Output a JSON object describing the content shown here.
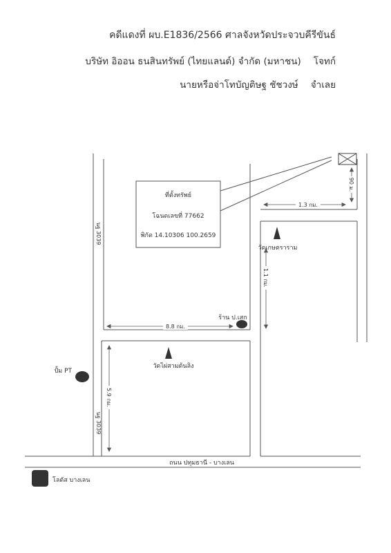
{
  "header": {
    "case_line": "คดีแดงที่ ผบ.E1836/2566 ศาลจังหวัดประจวบคีรีขันธ์",
    "plaintiff_name": "บริษัท อิออน ธนสินทรัพย์ (ไทยแลนด์) จำกัด (มหาชน)",
    "plaintiff_role": "โจทก์",
    "defendant_name": "นายหรือจ่าโทบัญติษฐ ชัชวงษ์",
    "defendant_role": "จำเลย"
  },
  "map": {
    "property_box": {
      "title": "ที่ตั้งทรัพย์",
      "deed": "โฉนดเลขที่ 77662",
      "coords": "พิกัด 14.10306 100.2659"
    },
    "road_label_top": "นฐ 3039",
    "road_label_bottom": "นฐ 3039",
    "main_road": "ถนน ปทุมธานี - บางเลน",
    "legend_text": "โลตัส บางเลน",
    "landmarks": {
      "shop": "ร้าน ป.เสก",
      "temple_kaset": "วัดเกษตราราม",
      "temple_mai": "วัดไผ่สามต้นลิง",
      "gas_station": "ปั้ม PT"
    },
    "distances": {
      "d_1_3": "1.3 กม.",
      "d_1_1": "1.1 กม.",
      "d_8_8": "8.8 กม.",
      "d_5_9": "5.9 กม.",
      "d_90": "90 ม."
    },
    "colors": {
      "line": "#555555",
      "marker": "#333333"
    }
  }
}
